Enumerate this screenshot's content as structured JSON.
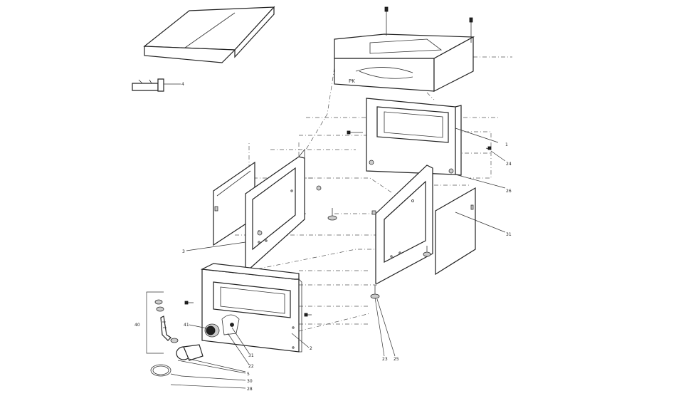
{
  "diagram": {
    "lid_marking": "PK",
    "callouts": [
      {
        "id": "c4",
        "text": "4"
      },
      {
        "id": "c1",
        "text": "1"
      },
      {
        "id": "c24",
        "text": "24"
      },
      {
        "id": "c26",
        "text": "26"
      },
      {
        "id": "c31a",
        "text": "31"
      },
      {
        "id": "c3",
        "text": "3"
      },
      {
        "id": "c40",
        "text": "40"
      },
      {
        "id": "c41",
        "text": "41"
      },
      {
        "id": "c31b",
        "text": "31"
      },
      {
        "id": "c22",
        "text": "22"
      },
      {
        "id": "c2",
        "text": "2"
      },
      {
        "id": "c23",
        "text": "23"
      },
      {
        "id": "c25",
        "text": "25"
      },
      {
        "id": "c5",
        "text": "5"
      },
      {
        "id": "c30",
        "text": "30"
      },
      {
        "id": "c28",
        "text": "28"
      }
    ]
  }
}
